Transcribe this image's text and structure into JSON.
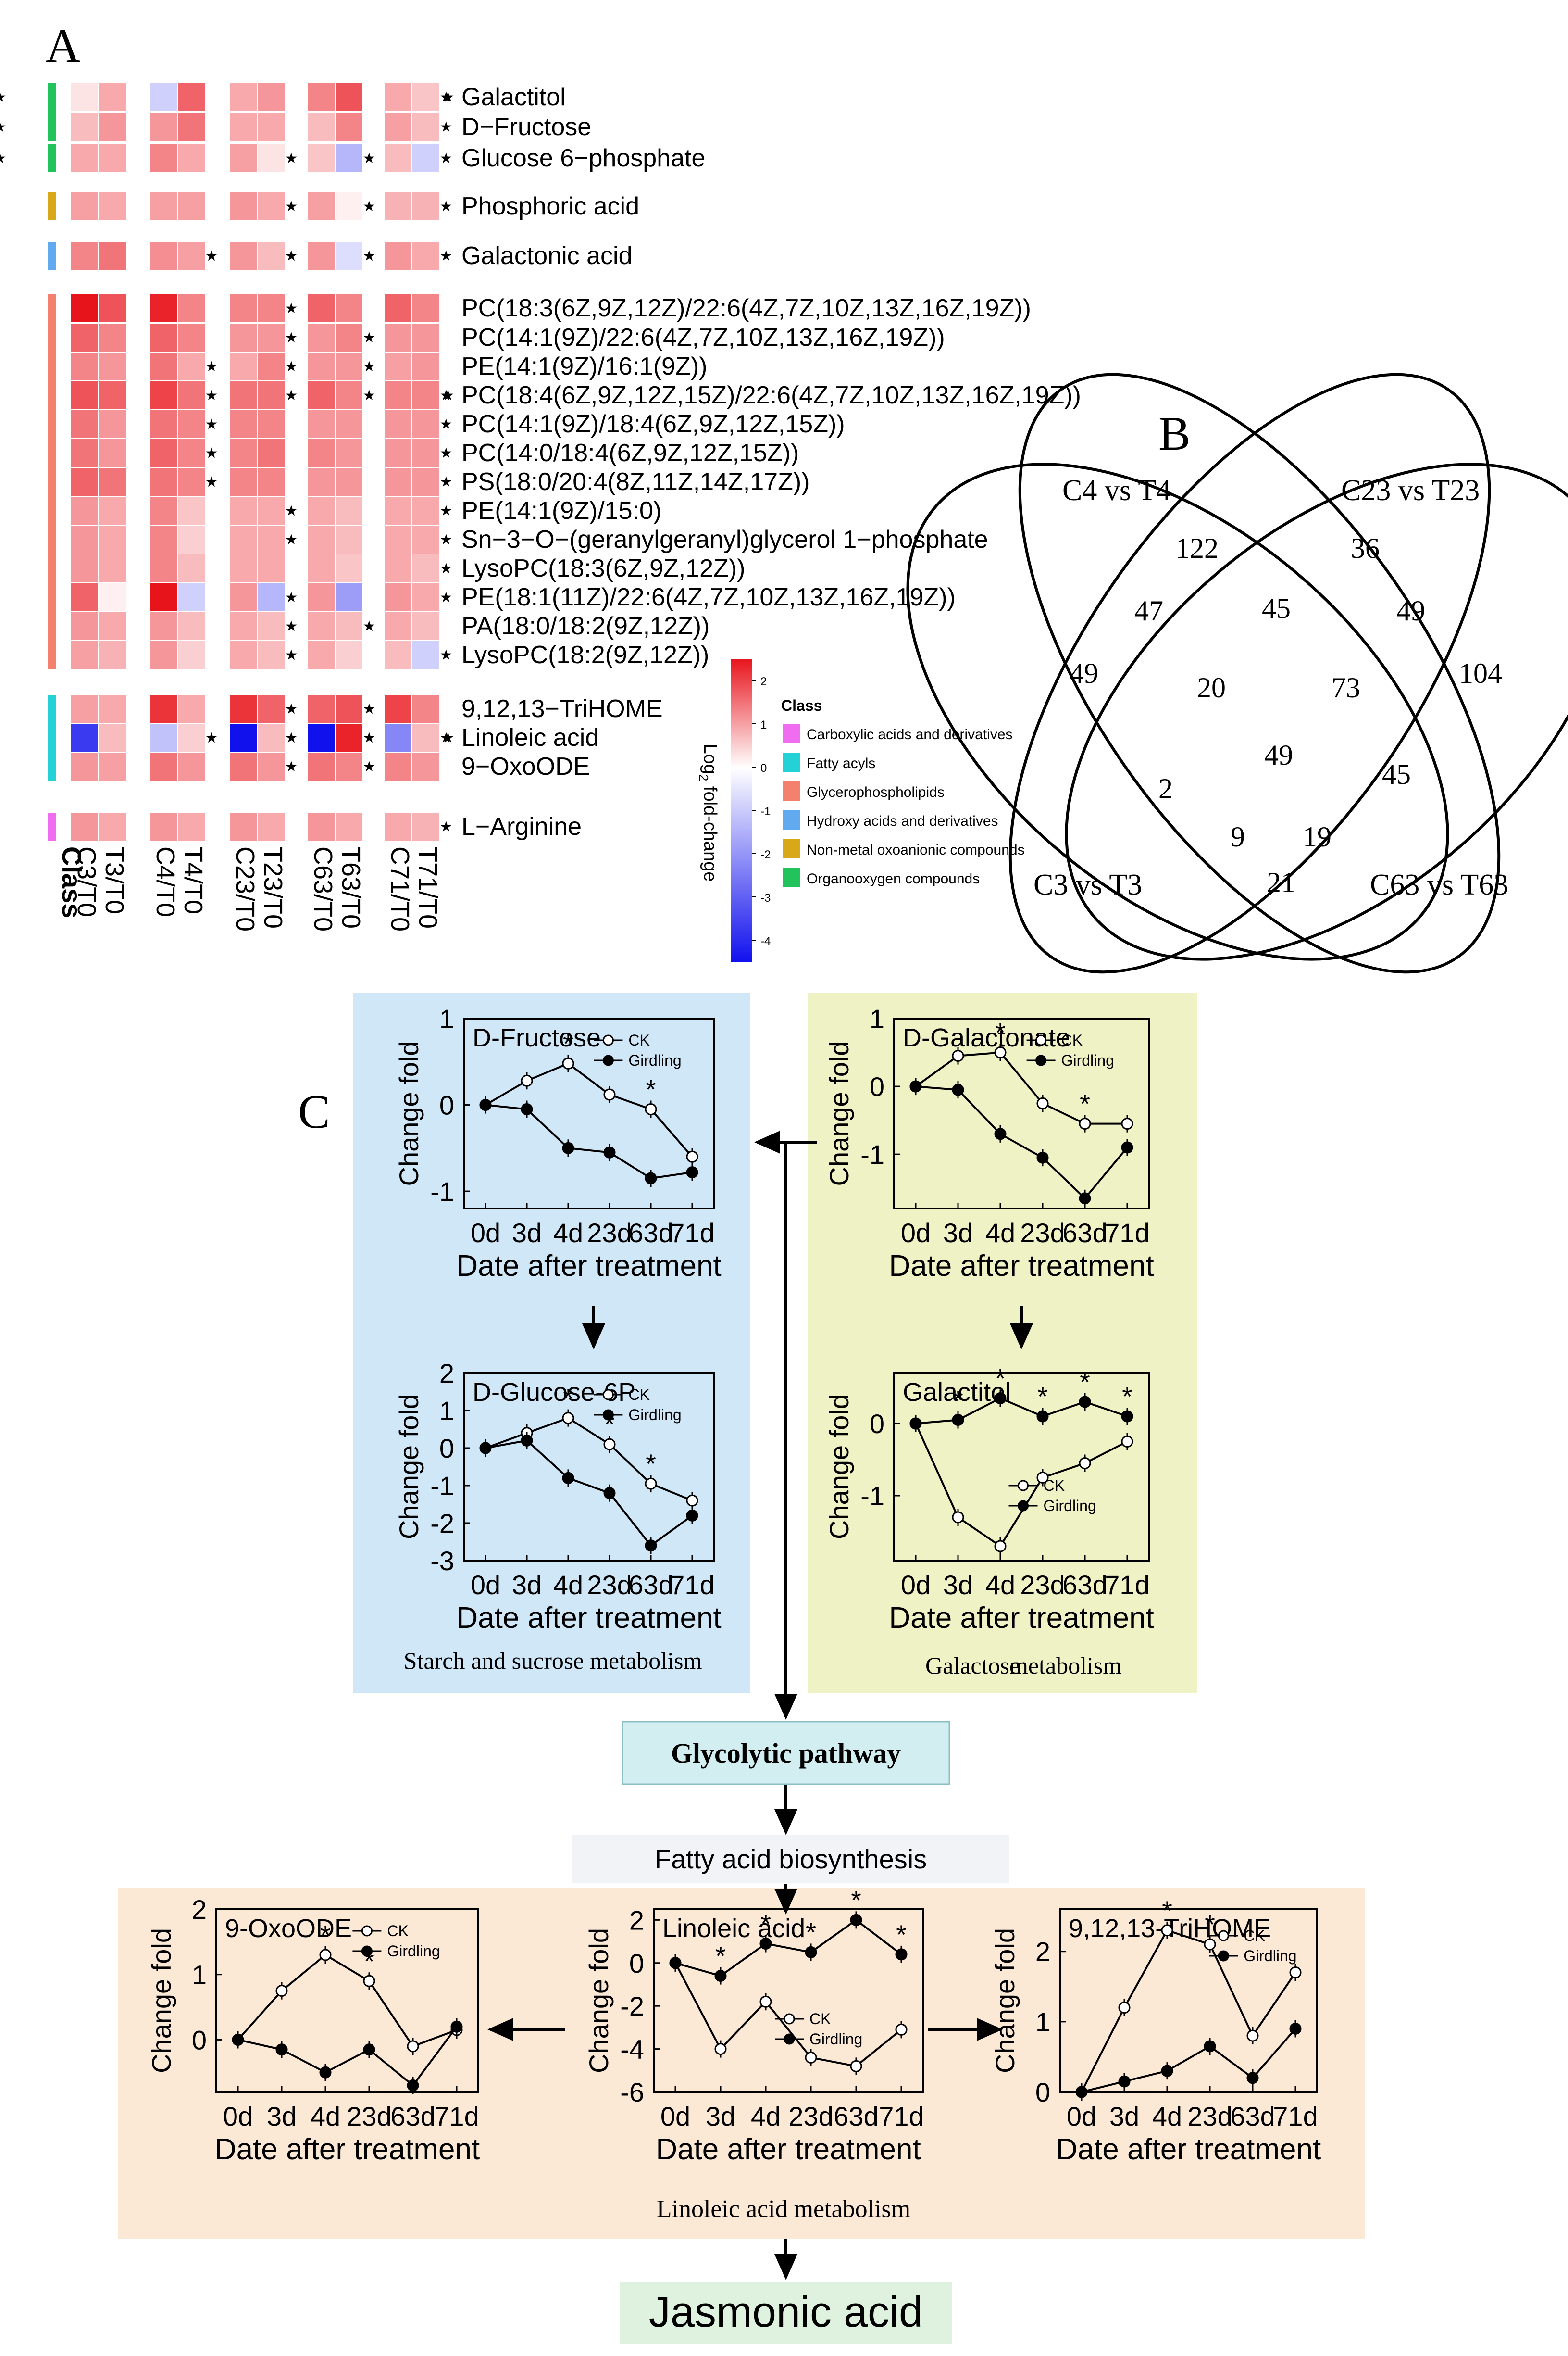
{
  "panels": {
    "a": "A",
    "b": "B",
    "c": "C"
  },
  "heatmap": {
    "columns": [
      "C3/T0",
      "T3/T0",
      "C4/T0",
      "T4/T0",
      "C23/T0",
      "T23/T0",
      "C63/T0",
      "T63/T0",
      "C71/T0",
      "T71/T0"
    ],
    "class_axis_label": "Class",
    "rows": [
      {
        "name": "Galactitol",
        "cls": 5,
        "values": [
          0.2,
          0.8,
          -0.6,
          1.6,
          0.8,
          1.0,
          1.2,
          1.8,
          0.8,
          0.5
        ],
        "stars": [
          4,
          8
        ],
        "right_star": true
      },
      {
        "name": "D−Fructose",
        "cls": 5,
        "values": [
          0.6,
          1.0,
          1.0,
          1.4,
          0.8,
          0.8,
          0.6,
          1.2,
          0.9,
          0.6
        ],
        "stars": [
          4,
          8
        ],
        "right_star": false
      },
      {
        "name": "Glucose 6−phosphate",
        "cls": 5,
        "values": [
          0.8,
          0.8,
          1.2,
          0.8,
          0.9,
          0.2,
          0.5,
          -1.0,
          0.6,
          -0.6
        ],
        "stars": [
          2,
          3,
          4,
          8
        ],
        "right_star": false
      },
      {
        "name": "Phosphoric acid",
        "cls": 4,
        "values": [
          0.9,
          0.8,
          0.9,
          0.9,
          1.0,
          0.8,
          0.9,
          0.1,
          0.7,
          0.7
        ],
        "stars": [
          2,
          3,
          4
        ],
        "right_star": false
      },
      {
        "name": "Galactonic acid",
        "cls": 3,
        "values": [
          1.2,
          1.4,
          1.1,
          0.9,
          1.0,
          0.6,
          1.0,
          -0.4,
          1.0,
          0.8
        ],
        "stars": [
          1,
          2,
          3,
          4
        ],
        "right_star": false
      },
      {
        "name": "PC(18:3(6Z,9Z,12Z)/22:6(4Z,7Z,10Z,13Z,16Z,19Z))",
        "cls": 2,
        "values": [
          2.6,
          1.8,
          2.4,
          1.2,
          1.2,
          1.2,
          1.6,
          1.2,
          1.6,
          1.2
        ],
        "stars": [
          2
        ],
        "right_star": false
      },
      {
        "name": "PC(14:1(9Z)/22:6(4Z,7Z,10Z,13Z,16Z,19Z))",
        "cls": 2,
        "values": [
          1.6,
          1.2,
          1.6,
          1.2,
          1.0,
          1.0,
          1.0,
          1.2,
          1.0,
          1.0
        ],
        "stars": [
          2,
          3
        ],
        "right_star": false
      },
      {
        "name": "PE(14:1(9Z)/16:1(9Z))",
        "cls": 2,
        "values": [
          1.2,
          1.0,
          1.4,
          0.8,
          0.8,
          1.2,
          1.0,
          1.0,
          0.9,
          1.0
        ],
        "stars": [
          1,
          2,
          3
        ],
        "right_star": false
      },
      {
        "name": "PC(18:4(6Z,9Z,12Z,15Z)/22:6(4Z,7Z,10Z,13Z,16Z,19Z))",
        "cls": 2,
        "values": [
          1.8,
          1.6,
          2.0,
          1.4,
          1.4,
          1.4,
          1.6,
          1.2,
          1.2,
          1.2
        ],
        "stars": [
          1,
          2,
          3,
          4
        ],
        "right_star": true
      },
      {
        "name": "PC(14:1(9Z)/18:4(6Z,9Z,12Z,15Z))",
        "cls": 2,
        "values": [
          1.4,
          1.0,
          1.4,
          1.2,
          1.2,
          1.2,
          1.0,
          1.0,
          1.0,
          1.0
        ],
        "stars": [
          1,
          4
        ],
        "right_star": false
      },
      {
        "name": "PC(14:0/18:4(6Z,9Z,12Z,15Z))",
        "cls": 2,
        "values": [
          1.4,
          1.0,
          1.6,
          1.2,
          1.2,
          1.4,
          1.2,
          1.0,
          1.0,
          1.0
        ],
        "stars": [
          1,
          4
        ],
        "right_star": false
      },
      {
        "name": "PS(18:0/20:4(8Z,11Z,14Z,17Z))",
        "cls": 2,
        "values": [
          1.6,
          1.4,
          1.4,
          1.2,
          1.2,
          1.2,
          1.0,
          1.0,
          1.0,
          1.0
        ],
        "stars": [
          1,
          4
        ],
        "right_star": false
      },
      {
        "name": "PE(14:1(9Z)/15:0)",
        "cls": 2,
        "values": [
          1.0,
          0.8,
          1.2,
          0.5,
          0.8,
          0.8,
          0.8,
          0.6,
          0.8,
          0.8
        ],
        "stars": [
          2,
          4
        ],
        "right_star": false
      },
      {
        "name": "Sn−3−O−(geranylgeranyl)glycerol 1−phosphate",
        "cls": 2,
        "values": [
          1.0,
          0.8,
          1.2,
          0.4,
          0.8,
          0.8,
          0.8,
          0.6,
          0.8,
          0.8
        ],
        "stars": [
          2,
          4
        ],
        "right_star": false
      },
      {
        "name": "LysoPC(18:3(6Z,9Z,12Z))",
        "cls": 2,
        "values": [
          1.0,
          0.8,
          1.2,
          0.6,
          0.8,
          0.8,
          0.8,
          0.5,
          0.8,
          0.6
        ],
        "stars": [
          4
        ],
        "right_star": false
      },
      {
        "name": "PE(18:1(11Z)/22:6(4Z,7Z,10Z,13Z,16Z,19Z))",
        "cls": 2,
        "values": [
          1.6,
          0.1,
          2.6,
          -0.6,
          1.0,
          -1.0,
          1.0,
          -1.4,
          1.0,
          0.8
        ],
        "stars": [
          2,
          4
        ],
        "right_star": false
      },
      {
        "name": "PA(18:0/18:2(9Z,12Z))",
        "cls": 2,
        "values": [
          1.0,
          0.8,
          1.0,
          0.6,
          0.8,
          0.6,
          0.8,
          0.6,
          0.8,
          0.6
        ],
        "stars": [
          2,
          3
        ],
        "right_star": false
      },
      {
        "name": "LysoPC(18:2(9Z,12Z))",
        "cls": 2,
        "values": [
          0.9,
          0.7,
          1.0,
          0.4,
          0.8,
          0.6,
          0.8,
          0.4,
          0.6,
          -0.6
        ],
        "stars": [
          2,
          4
        ],
        "right_star": false
      },
      {
        "name": "9,12,13−TriHOME",
        "cls": 1,
        "values": [
          0.9,
          0.8,
          2.2,
          0.8,
          2.2,
          1.6,
          1.6,
          1.8,
          2.0,
          1.2
        ],
        "stars": [
          2,
          3
        ],
        "right_star": false
      },
      {
        "name": "Linoleic acid",
        "cls": 1,
        "values": [
          -3.2,
          0.6,
          -0.8,
          0.4,
          -4.0,
          0.6,
          -4.0,
          2.4,
          -1.8,
          0.6
        ],
        "stars": [
          1,
          2,
          3,
          4
        ],
        "right_star": true
      },
      {
        "name": "9−OxoODE",
        "cls": 1,
        "values": [
          1.0,
          0.9,
          1.4,
          1.0,
          1.4,
          1.0,
          1.4,
          1.2,
          1.2,
          1.0
        ],
        "stars": [
          2,
          3
        ],
        "right_star": false
      },
      {
        "name": "L−Arginine",
        "cls": 0,
        "values": [
          1.0,
          0.8,
          1.0,
          0.8,
          1.0,
          0.8,
          1.0,
          0.8,
          0.8,
          0.7
        ],
        "stars": [
          4
        ],
        "right_star": false
      }
    ],
    "colorbar": {
      "title": "Log2 fold-change",
      "title_base": "Log",
      "title_sub": "2",
      "title_rest": " fold-change",
      "ticks": [
        "2",
        "1",
        "0",
        "-1",
        "-2",
        "-3",
        "-4"
      ],
      "min": -4.5,
      "max": 2.5
    },
    "legend": {
      "title": "Class",
      "items": [
        {
          "label": "Carboxylic acids and derivatives",
          "color": "#f06cf0"
        },
        {
          "label": "Fatty acyls",
          "color": "#24d1d6"
        },
        {
          "label": "Glycerophospholipids",
          "color": "#f4806e"
        },
        {
          "label": "Hydroxy acids and derivatives",
          "color": "#62aaf0"
        },
        {
          "label": "Non-metal oxoanionic compounds",
          "color": "#d8a818"
        },
        {
          "label": "Organooxygen compounds",
          "color": "#22c25c"
        }
      ]
    },
    "colors": {
      "neg": "#1111ee",
      "zero": "#ffffff",
      "pos": "#e8141c"
    }
  },
  "venn": {
    "set_labels": [
      "C4 vs T4",
      "C23 vs T23",
      "C3 vs T3",
      "C63 vs T63"
    ],
    "counts": [
      "122",
      "36",
      "47",
      "45",
      "49",
      "49",
      "104",
      "20",
      "73",
      "2",
      "49",
      "45",
      "9",
      "19",
      "21"
    ]
  },
  "flow": {
    "left_box_caption": "Starch and sucrose metabolism",
    "right_box_caption_a": "Galactose",
    "right_box_caption_b": "metabolism",
    "glycolytic": "Glycolytic pathway",
    "fatty": "Fatty acid biosynthesis",
    "bottom_caption": "Linoleic acid metabolism",
    "jasmonic": "Jasmonic acid",
    "colors": {
      "blue_box": "#cfe7f7",
      "yellow_box": "#eff2c4",
      "orange_box": "#fbe9d6",
      "glyco_box": "#d2eef0",
      "glyco_border": "#8cbec4",
      "fatty_box": "#f2f3f6",
      "jasmonic_box": "#dff2df"
    }
  },
  "line_charts": [
    {
      "title": "D-Fructose",
      "categories": [
        "0d",
        "3d",
        "4d",
        "23d",
        "63d",
        "71d"
      ],
      "ck": [
        0,
        0.28,
        0.48,
        0.12,
        -0.05,
        -0.6
      ],
      "girdling": [
        0,
        -0.05,
        -0.5,
        -0.55,
        -0.85,
        -0.78
      ],
      "ylim": [
        -1.2,
        1
      ],
      "yticks": [
        -1,
        0,
        1
      ],
      "star_idx": [
        2,
        4
      ],
      "star_series": "ck",
      "xlabel": "Date after treatment",
      "ylabel": "Change fold",
      "legend_ck": "CK",
      "legend_girdling": "Girdling",
      "legend_pos": "top"
    },
    {
      "title": "D-Galactonate",
      "categories": [
        "0d",
        "3d",
        "4d",
        "23d",
        "63d",
        "71d"
      ],
      "ck": [
        0,
        0.45,
        0.5,
        -0.25,
        -0.55,
        -0.55
      ],
      "girdling": [
        0,
        -0.05,
        -0.7,
        -1.05,
        -1.65,
        -0.9
      ],
      "ylim": [
        -1.8,
        1
      ],
      "yticks": [
        -1,
        0,
        1
      ],
      "star_idx": [
        2,
        4
      ],
      "star_series": "ck",
      "xlabel": "Date after treatment",
      "ylabel": "Change fold",
      "legend_ck": "CK",
      "legend_girdling": "Girdling",
      "legend_pos": "top"
    },
    {
      "title": "D-Glucose-6P",
      "categories": [
        "0d",
        "3d",
        "4d",
        "23d",
        "63d",
        "71d"
      ],
      "ck": [
        0,
        0.4,
        0.8,
        0.1,
        -0.95,
        -1.4
      ],
      "girdling": [
        0,
        0.2,
        -0.8,
        -1.2,
        -2.6,
        -1.8
      ],
      "ylim": [
        -3,
        2
      ],
      "yticks": [
        -3,
        -2,
        -1,
        0,
        1,
        2
      ],
      "star_idx": [
        2,
        3,
        4
      ],
      "star_series": "ck",
      "xlabel": "Date after treatment",
      "ylabel": "Change fold",
      "legend_ck": "CK",
      "legend_girdling": "Girdling",
      "legend_pos": "top"
    },
    {
      "title": "Galactitol",
      "categories": [
        "0d",
        "3d",
        "4d",
        "23d",
        "63d",
        "71d"
      ],
      "ck": [
        0,
        -1.3,
        -1.7,
        -0.75,
        -0.55,
        -0.25
      ],
      "girdling": [
        0,
        0.05,
        0.35,
        0.1,
        0.3,
        0.1
      ],
      "ylim": [
        -1.9,
        0.7
      ],
      "yticks": [
        -1,
        0
      ],
      "star_idx": [
        1,
        2,
        3,
        4,
        5
      ],
      "star_series": "girdling",
      "xlabel": "Date after treatment",
      "ylabel": "Change fold",
      "legend_ck": "CK",
      "legend_girdling": "Girdling",
      "legend_pos": "mid"
    },
    {
      "title": "9-OxoODE",
      "categories": [
        "0d",
        "3d",
        "4d",
        "23d",
        "63d",
        "71d"
      ],
      "ck": [
        0,
        0.75,
        1.3,
        0.9,
        -0.1,
        0.15
      ],
      "girdling": [
        0,
        -0.15,
        -0.5,
        -0.15,
        -0.7,
        0.2
      ],
      "ylim": [
        -0.8,
        2
      ],
      "yticks": [
        0,
        1,
        2
      ],
      "star_idx": [
        2,
        3
      ],
      "star_series": "ck",
      "xlabel": "Date after treatment",
      "ylabel": "Change fold",
      "legend_ck": "CK",
      "legend_girdling": "Girdling",
      "legend_pos": "top"
    },
    {
      "title": "Linoleic acid",
      "categories": [
        "0d",
        "3d",
        "4d",
        "23d",
        "63d",
        "71d"
      ],
      "ck": [
        0,
        -4.0,
        -1.8,
        -4.4,
        -4.8,
        -3.1
      ],
      "girdling": [
        0,
        -0.6,
        0.9,
        0.5,
        2.0,
        0.4
      ],
      "ylim": [
        -6,
        2.5
      ],
      "yticks": [
        -6,
        -4,
        -2,
        0,
        2
      ],
      "star_idx": [
        1,
        2,
        3,
        4,
        5
      ],
      "star_series": "girdling",
      "xlabel": "Date after treatment",
      "ylabel": "Change fold",
      "legend_ck": "CK",
      "legend_girdling": "Girdling",
      "legend_pos": "mid"
    },
    {
      "title": "9,12,13-TriHOME",
      "categories": [
        "0d",
        "3d",
        "4d",
        "23d",
        "63d",
        "71d"
      ],
      "ck": [
        0,
        1.2,
        2.3,
        2.1,
        0.8,
        1.7
      ],
      "girdling": [
        0,
        0.15,
        0.3,
        0.65,
        0.2,
        0.9
      ],
      "ylim": [
        0,
        2.6
      ],
      "yticks": [
        0,
        1,
        2
      ],
      "star_idx": [
        2,
        3
      ],
      "star_series": "ck",
      "xlabel": "Date after treatment",
      "ylabel": "Change fold",
      "legend_ck": "CK",
      "legend_girdling": "Girdling",
      "legend_pos": "topright"
    }
  ]
}
